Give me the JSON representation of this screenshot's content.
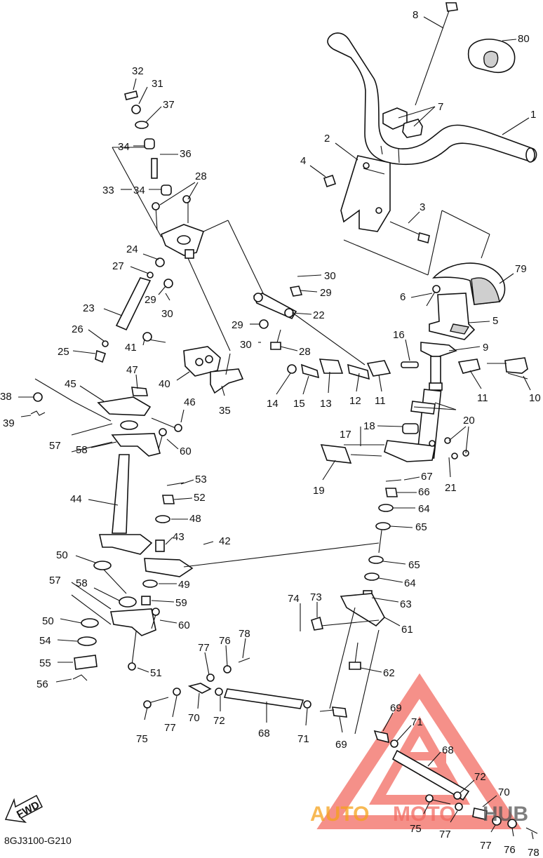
{
  "diagram_code": "8GJ3100-G210",
  "fwd_label": "FWD",
  "watermark": {
    "part1": "AUTO",
    "part2": "MOTO",
    "part3": "HUB",
    "color": "#f26b62"
  },
  "callouts": [
    {
      "id": "c8",
      "text": "8"
    },
    {
      "id": "c80",
      "text": "80"
    },
    {
      "id": "c1",
      "text": "1"
    },
    {
      "id": "c7",
      "text": "7"
    },
    {
      "id": "c2",
      "text": "2"
    },
    {
      "id": "c4",
      "text": "4"
    },
    {
      "id": "c3",
      "text": "3"
    },
    {
      "id": "c79",
      "text": "79"
    },
    {
      "id": "c6",
      "text": "6"
    },
    {
      "id": "c5",
      "text": "5"
    },
    {
      "id": "c9",
      "text": "9"
    },
    {
      "id": "c16",
      "text": "16"
    },
    {
      "id": "c10",
      "text": "10"
    },
    {
      "id": "c11a",
      "text": "11"
    },
    {
      "id": "c11b",
      "text": "11"
    },
    {
      "id": "c12",
      "text": "12"
    },
    {
      "id": "c13",
      "text": "13"
    },
    {
      "id": "c15",
      "text": "15"
    },
    {
      "id": "c14",
      "text": "14"
    },
    {
      "id": "c17",
      "text": "17"
    },
    {
      "id": "c18",
      "text": "18"
    },
    {
      "id": "c20",
      "text": "20"
    },
    {
      "id": "c19",
      "text": "19"
    },
    {
      "id": "c21",
      "text": "21"
    },
    {
      "id": "c30a",
      "text": "30"
    },
    {
      "id": "c29a",
      "text": "29"
    },
    {
      "id": "c22",
      "text": "22"
    },
    {
      "id": "c29b",
      "text": "29"
    },
    {
      "id": "c30b",
      "text": "30"
    },
    {
      "id": "c28a",
      "text": "28"
    },
    {
      "id": "c32",
      "text": "32"
    },
    {
      "id": "c31",
      "text": "31"
    },
    {
      "id": "c37",
      "text": "37"
    },
    {
      "id": "c34a",
      "text": "34"
    },
    {
      "id": "c36",
      "text": "36"
    },
    {
      "id": "c33",
      "text": "33"
    },
    {
      "id": "c34b",
      "text": "34"
    },
    {
      "id": "c28b",
      "text": "28"
    },
    {
      "id": "c24",
      "text": "24"
    },
    {
      "id": "c27",
      "text": "27"
    },
    {
      "id": "c29c",
      "text": "29"
    },
    {
      "id": "c30c",
      "text": "30"
    },
    {
      "id": "c23",
      "text": "23"
    },
    {
      "id": "c26",
      "text": "26"
    },
    {
      "id": "c25",
      "text": "25"
    },
    {
      "id": "c41",
      "text": "41"
    },
    {
      "id": "c40",
      "text": "40"
    },
    {
      "id": "c35",
      "text": "35"
    },
    {
      "id": "c47",
      "text": "47"
    },
    {
      "id": "c45",
      "text": "45"
    },
    {
      "id": "c38",
      "text": "38"
    },
    {
      "id": "c39",
      "text": "39"
    },
    {
      "id": "c46",
      "text": "46"
    },
    {
      "id": "c57a",
      "text": "57"
    },
    {
      "id": "c58a",
      "text": "58"
    },
    {
      "id": "c60a",
      "text": "60"
    },
    {
      "id": "c53",
      "text": "53"
    },
    {
      "id": "c52",
      "text": "52"
    },
    {
      "id": "c44",
      "text": "44"
    },
    {
      "id": "c48",
      "text": "48"
    },
    {
      "id": "c43",
      "text": "43"
    },
    {
      "id": "c42",
      "text": "42"
    },
    {
      "id": "c50a",
      "text": "50"
    },
    {
      "id": "c49",
      "text": "49"
    },
    {
      "id": "c57b",
      "text": "57"
    },
    {
      "id": "c58b",
      "text": "58"
    },
    {
      "id": "c59",
      "text": "59"
    },
    {
      "id": "c50b",
      "text": "50"
    },
    {
      "id": "c60b",
      "text": "60"
    },
    {
      "id": "c54",
      "text": "54"
    },
    {
      "id": "c55",
      "text": "55"
    },
    {
      "id": "c51",
      "text": "51"
    },
    {
      "id": "c56",
      "text": "56"
    },
    {
      "id": "c67",
      "text": "67"
    },
    {
      "id": "c66",
      "text": "66"
    },
    {
      "id": "c64a",
      "text": "64"
    },
    {
      "id": "c65a",
      "text": "65"
    },
    {
      "id": "c65b",
      "text": "65"
    },
    {
      "id": "c64b",
      "text": "64"
    },
    {
      "id": "c74",
      "text": "74"
    },
    {
      "id": "c73",
      "text": "73"
    },
    {
      "id": "c63",
      "text": "63"
    },
    {
      "id": "c61",
      "text": "61"
    },
    {
      "id": "c62",
      "text": "62"
    },
    {
      "id": "c77a",
      "text": "77"
    },
    {
      "id": "c76a",
      "text": "76"
    },
    {
      "id": "c78a",
      "text": "78"
    },
    {
      "id": "c75a",
      "text": "75"
    },
    {
      "id": "c77b",
      "text": "77"
    },
    {
      "id": "c70a",
      "text": "70"
    },
    {
      "id": "c72a",
      "text": "72"
    },
    {
      "id": "c68a",
      "text": "68"
    },
    {
      "id": "c71a",
      "text": "71"
    },
    {
      "id": "c69a",
      "text": "69"
    },
    {
      "id": "c69b",
      "text": "69"
    },
    {
      "id": "c71b",
      "text": "71"
    },
    {
      "id": "c68b",
      "text": "68"
    },
    {
      "id": "c72b",
      "text": "72"
    },
    {
      "id": "c70b",
      "text": "70"
    },
    {
      "id": "c75b",
      "text": "75"
    },
    {
      "id": "c77c",
      "text": "77"
    },
    {
      "id": "c77d",
      "text": "77"
    },
    {
      "id": "c76b",
      "text": "76"
    },
    {
      "id": "c78b",
      "text": "78"
    }
  ]
}
